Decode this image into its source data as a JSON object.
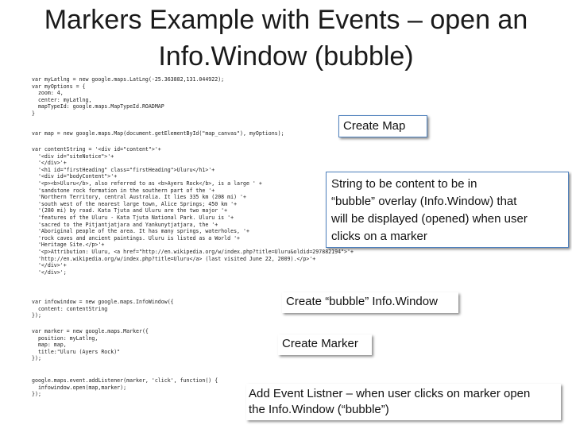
{
  "slide": {
    "title_line1": "Markers Example with Events – open an",
    "title_line2": "Info.Window (bubble)"
  },
  "code": {
    "map_setup": "var myLatlng = new google.maps.LatLng(-25.363882,131.044922);\nvar myOptions = {\n  zoom: 4,\n  center: myLatlng,\n  mapTypeId: google.maps.MapTypeId.ROADMAP\n}",
    "map_create": "var map = new google.maps.Map(document.getElementById(\"map_canvas\"), myOptions);",
    "content_string": "var contentString = '<div id=\"content\">'+\n  '<div id=\"siteNotice\">'+\n  '</div>'+\n  '<h1 id=\"firstHeading\" class=\"firstHeading\">Uluru</h1>'+\n  '<div id=\"bodyContent\">'+\n  '<p><b>Uluru</b>, also referred to as <b>Ayers Rock</b>, is a large ' +\n  'sandstone rock formation in the southern part of the '+\n  'Northern Territory, central Australia. It lies 335 km (208 mi) '+\n  'south west of the nearest large town, Alice Springs; 450 km '+\n  '(280 mi) by road. Kata Tjuta and Uluru are the two major '+\n  'features of the Uluru - Kata Tjuta National Park. Uluru is '+\n  'sacred to the Pitjantjatjara and Yankunytjatjara, the '+\n  'Aboriginal people of the area. It has many springs, waterholes, '+\n  'rock caves and ancient paintings. Uluru is listed as a World '+\n  'Heritage Site.</p>'+\n  '<p>Attribution: Uluru, <a href=\"http://en.wikipedia.org/w/index.php?title=Uluru&oldid=297882194\">'+\n  'http://en.wikipedia.org/w/index.php?title=Uluru</a> (last visited June 22, 2009).</p>'+\n  '</div>'+\n  '</div>';",
    "infowindow": "var infowindow = new google.maps.InfoWindow({\n  content: contentString\n});",
    "marker": "var marker = new google.maps.Marker({\n  position: myLatlng,\n  map: map,\n  title:\"Uluru (Ayers Rock)\"\n});",
    "listener": "google.maps.event.addListener(marker, 'click', function() {\n  infowindow.open(map,marker);\n});"
  },
  "callouts": {
    "create_map": "Create Map",
    "string_content": [
      "String to be content to be in",
      "“bubble” overlay (Info.Window) that",
      "will be displayed (opened) when user",
      "clicks on a marker"
    ],
    "create_infowindow": "Create “bubble” Info.Window",
    "create_marker": "Create Marker",
    "add_listener": [
      "Add Event Listner – when user clicks on marker open",
      "the Info.Window (“bubble”)"
    ]
  },
  "colors": {
    "callout_border": "#4f81bd",
    "text": "#111111"
  }
}
